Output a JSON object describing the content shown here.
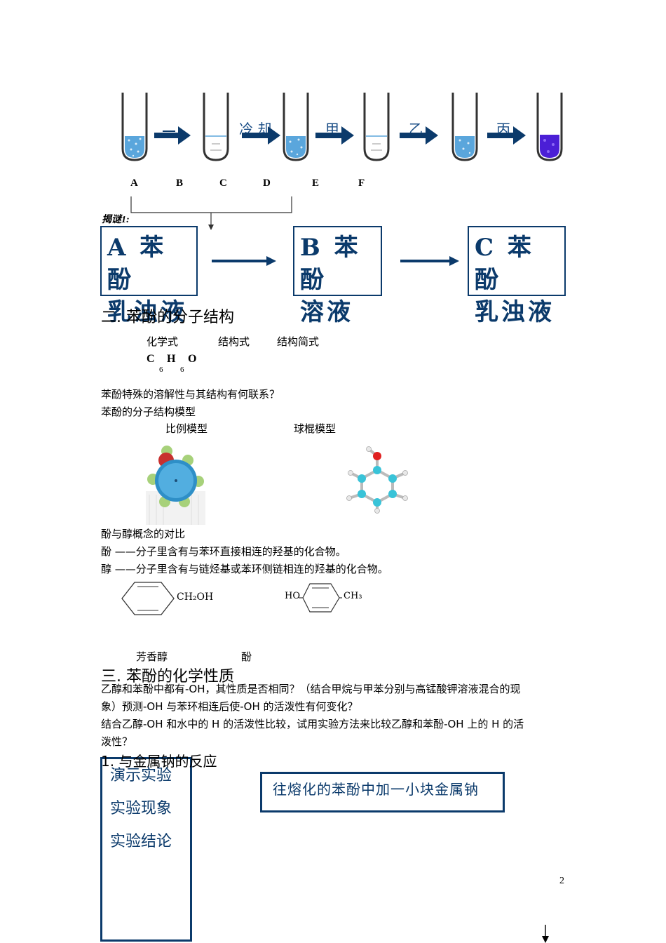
{
  "tubes": {
    "arrow_labels": {
      "cool": "冷 却",
      "jia": "甲",
      "yi": "乙",
      "bing": "丙"
    },
    "letters": [
      "A",
      "B",
      "C",
      "D",
      "E",
      "F"
    ]
  },
  "reveal_label": "揭谜1:",
  "boxes": {
    "a": {
      "line1": "A 苯 酚",
      "line2": "乳浊液"
    },
    "b": {
      "line1": "B 苯 酚",
      "line2": "溶液"
    },
    "c": {
      "line1": "C 苯 酚",
      "line2": "乳浊液"
    }
  },
  "section2": {
    "title": "二. 苯酚的分子结构",
    "headers": {
      "formula": "化学式",
      "structural": "结构式",
      "simplified": "结构简式"
    },
    "formula": {
      "c": "C",
      "h": "H",
      "o": "O",
      "sub1": "6",
      "sub2": "6"
    },
    "question": "苯酚特殊的溶解性与其结构有何联系？",
    "model_title": "苯酚的分子结构模型",
    "model_labels": {
      "space_filling": "比例模型",
      "ball_stick": "球棍模型"
    },
    "compare_title": "酚与醇概念的对比",
    "phenol_def": "酚 ——分子里含有与苯环直接相连的羟基的化合物。",
    "alcohol_def": "醇 ——分子里含有与链烃基或苯环侧链相连的羟基的化合物。",
    "struct_labels": {
      "ch2oh": "CH₂OH",
      "ho": "HO",
      "ch3": "CH₃"
    },
    "compound_labels": {
      "aromatic_alcohol": "芳香醇",
      "phenol": "酚"
    }
  },
  "section3": {
    "title": "三. 苯酚的化学性质",
    "para1_line1": "乙醇和苯酚中都有-OH，其性质是否相同？（结合甲烷与甲苯分别与高锰酸钾溶液混合的现",
    "para1_line2": "象）预测-OH 与苯环相连后使-OH 的活泼性有何变化？",
    "para2_line1": "结合乙醇-OH 和水中的 H 的活泼性比较，试用实验方法来比较乙醇和苯酚-OH 上的 H 的活",
    "para2_line2": "泼性？",
    "sub1": "1. 与金属钠的反应"
  },
  "experiment": {
    "demo": "演示实验",
    "phenomenon": "实验现象",
    "conclusion": "实验结论",
    "procedure": "往熔化的苯酚中加一小块金属钠"
  },
  "page_number": "2",
  "colors": {
    "navy": "#0b3a6b",
    "liquid": "#5aa6dc",
    "purple": "#4b1fd6"
  }
}
